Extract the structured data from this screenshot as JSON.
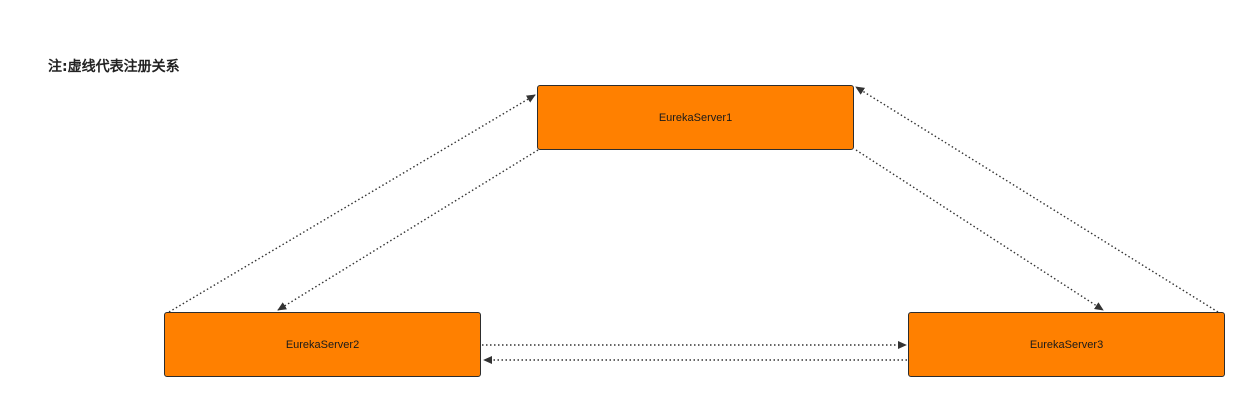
{
  "note": "注:虚线代表注册关系",
  "colors": {
    "node_fill": "#ff8000",
    "node_border": "#2d2d2d",
    "edge": "#333333"
  },
  "nodes": {
    "server1": {
      "label": "EurekaServer1"
    },
    "server2": {
      "label": "EurekaServer2"
    },
    "server3": {
      "label": "EurekaServer3"
    }
  },
  "edges": [
    {
      "from": "server2",
      "to": "server1",
      "style": "dotted"
    },
    {
      "from": "server1",
      "to": "server2",
      "style": "dotted"
    },
    {
      "from": "server1",
      "to": "server3",
      "style": "dotted"
    },
    {
      "from": "server3",
      "to": "server1",
      "style": "dotted"
    },
    {
      "from": "server2",
      "to": "server3",
      "style": "dotted"
    },
    {
      "from": "server3",
      "to": "server2",
      "style": "dotted"
    }
  ]
}
